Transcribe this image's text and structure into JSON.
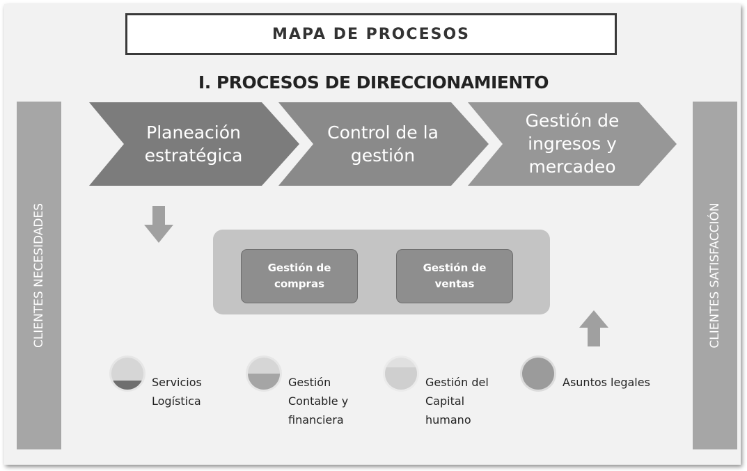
{
  "title": "MAPA DE PROCESOS",
  "section_title": "I. PROCESOS DE DIRECCIONAMIENTO",
  "left_bar": "CLIENTES NECESIDADES",
  "right_bar": "CLIENTES SATISFACCIÓN",
  "chevrons": [
    {
      "label": "Planeación\nestratégica"
    },
    {
      "label": "Control de la\ngestión"
    },
    {
      "label": "Gestión de\ningresos y\nmercadeo"
    }
  ],
  "core_processes": [
    {
      "label": "Gestión de\ncompras"
    },
    {
      "label": "Gestión de\nventas"
    }
  ],
  "support_processes": [
    {
      "label": "Servicios\nLogística",
      "icon": "half-circle-icon"
    },
    {
      "label": "Gestión\nContable y\nfinanciera",
      "icon": "half-circle-icon"
    },
    {
      "label": "Gestión del\nCapital\nhumano",
      "icon": "half-circle-icon"
    },
    {
      "label": "Asuntos legales",
      "icon": "full-circle-icon"
    }
  ],
  "colors": {
    "chevron_1": "#7c7c7c",
    "chevron_2": "#8a8a8a",
    "chevron_3": "#979797",
    "side_bar": "#a6a6a6",
    "arrow": "#a0a0a0"
  }
}
